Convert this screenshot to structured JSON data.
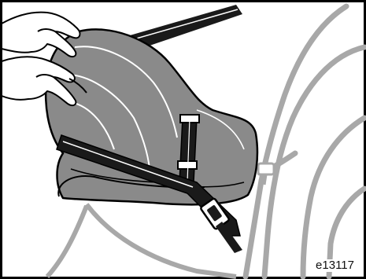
{
  "figure": {
    "code": "e13117"
  },
  "colors": {
    "frame": "#000000",
    "seat_outline": "#a8a8a8",
    "car_seat_fill": "#8a8a8a",
    "belt_fill": "#1a1a1a",
    "skin": "#ffffff"
  },
  "icons": [
    "hands",
    "child-car-seat",
    "seat-belt",
    "belt-buckle",
    "vehicle-seat"
  ]
}
